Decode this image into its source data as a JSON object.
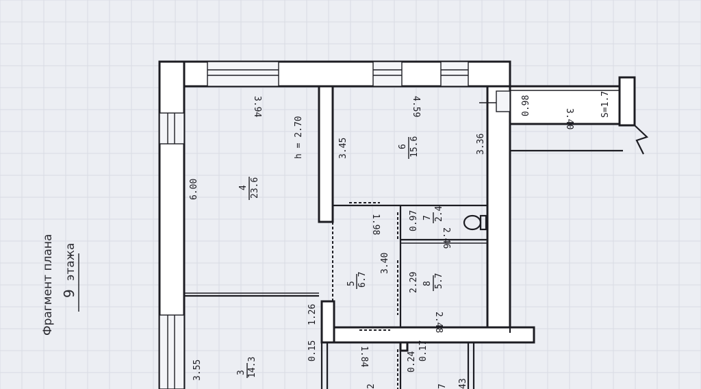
{
  "plan": {
    "title": "Фрагмент плана",
    "floor_number": "9",
    "floor_word": "этажа",
    "ceiling_height": "h = 2.70",
    "balcony_area": "S=1.7"
  },
  "rooms": [
    {
      "id": "4",
      "number": "4",
      "area": "23.6",
      "dims": [
        "3.94",
        "6.00"
      ]
    },
    {
      "id": "6",
      "number": "6",
      "area": "15.6",
      "dims": [
        "4.59",
        "3.45",
        "3.36"
      ]
    },
    {
      "id": "7",
      "number": "7",
      "area": "2.4",
      "dims": [
        "0.97",
        "2.46"
      ]
    },
    {
      "id": "5",
      "number": "5",
      "area": "6.7",
      "dims": [
        "1.98",
        "3.40"
      ]
    },
    {
      "id": "8",
      "number": "8",
      "area": "5.7",
      "dims": [
        "2.29",
        "2.48"
      ]
    },
    {
      "id": "3",
      "number": "3",
      "area": "14.3",
      "dims": [
        "3.55"
      ]
    }
  ],
  "extra_dims": {
    "d126": "1.26",
    "d015": "0.15",
    "d184": "1.84",
    "d017": "0.17",
    "d024": "0.24",
    "d098": "0.98",
    "d340b": "3.40",
    "d043": "43",
    "partial_a": "2",
    "partial_b": "7"
  }
}
